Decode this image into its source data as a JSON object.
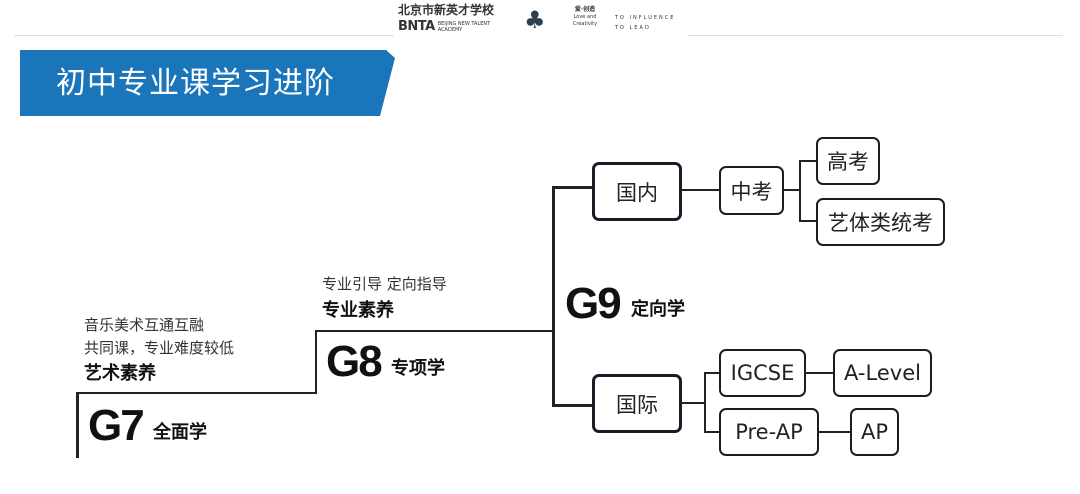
{
  "header": {
    "school_cn": "北京市新英才学校",
    "school_en": "BNTA",
    "school_en_sub": "BEIJING NEW TALENT ACADEMY",
    "love_cn": "爱·创造",
    "love_en": "Love and Creativity",
    "motto": "TO INFLUENCE TO LEAD"
  },
  "title": "初中专业课学习进阶",
  "g7": {
    "grade": "G7",
    "label": "全面学",
    "line1": "音乐美术互通互融",
    "line2": "共同课，专业难度较低",
    "focus": "艺术素养"
  },
  "g8": {
    "grade": "G8",
    "label": "专项学",
    "line1": "专业引导 定向指导",
    "focus": "专业素养"
  },
  "g9": {
    "grade": "G9",
    "label": "定向学"
  },
  "domestic": {
    "label": "国内",
    "exam": "中考",
    "paths": [
      "高考",
      "艺体类统考"
    ]
  },
  "international": {
    "label": "国际",
    "paths": [
      [
        "IGCSE",
        "A-Level"
      ],
      [
        "Pre-AP",
        "AP"
      ]
    ]
  }
}
